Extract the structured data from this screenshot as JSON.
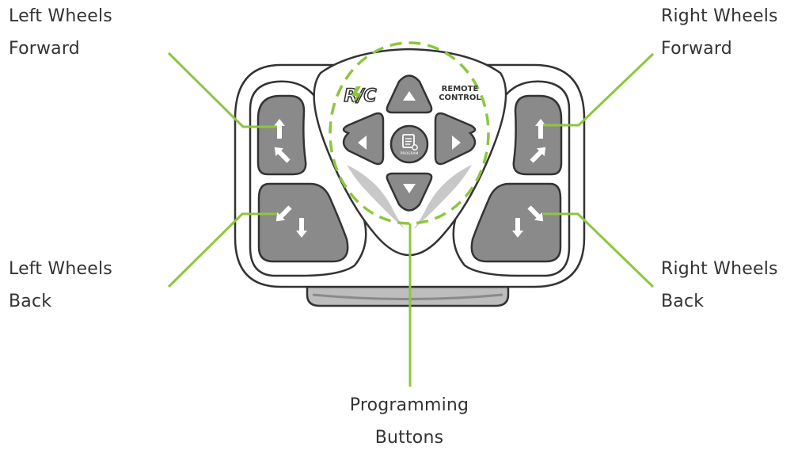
{
  "labels": {
    "left_forward": {
      "line1": "Left Wheels",
      "line2": "Forward"
    },
    "right_forward": {
      "line1": "Right Wheels",
      "line2": "Forward"
    },
    "left_back": {
      "line1": "Left Wheels",
      "line2": "Back"
    },
    "right_back": {
      "line1": "Right Wheels",
      "line2": "Back"
    },
    "programming": {
      "line1": "Programming",
      "line2": "Buttons"
    }
  },
  "device": {
    "logo": "R/C",
    "brand_line1": "REMOTE",
    "brand_line2": "CONTROL",
    "program_button_text": "PROGRAM"
  },
  "colors": {
    "leader_line": "#8cc63f",
    "button_fill": "#8a8a8a",
    "outline": "#333333"
  },
  "icons": {
    "up": "up-triangle-icon",
    "down": "down-triangle-icon",
    "left": "left-triangle-icon",
    "right": "right-triangle-icon",
    "program": "program-icon"
  }
}
